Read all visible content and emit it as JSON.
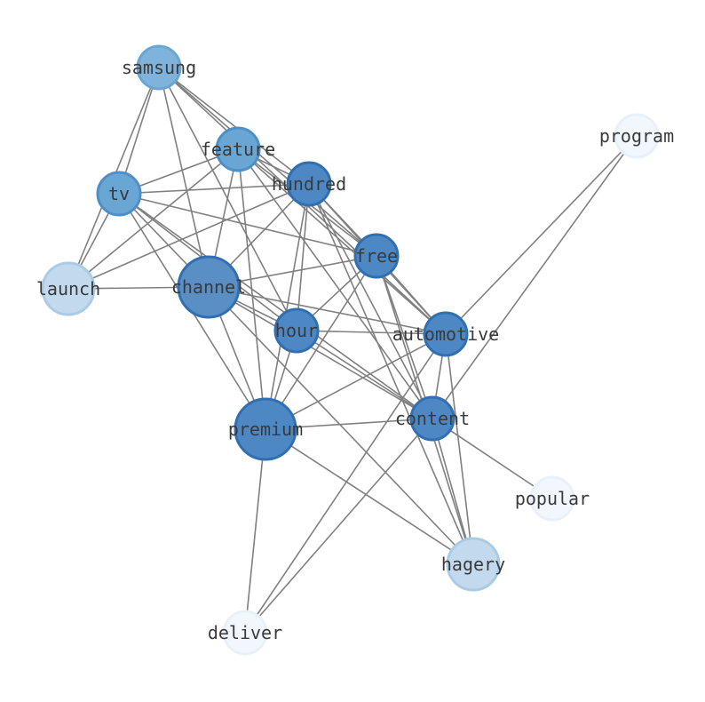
{
  "nodes": [
    {
      "id": "samsung",
      "label": "samsung",
      "color": "#7fb3dc"
    },
    {
      "id": "feature",
      "label": "feature",
      "color": "#6aa6d4"
    },
    {
      "id": "tv",
      "label": "tv",
      "color": "#6aa6d4"
    },
    {
      "id": "hundred",
      "label": "hundred",
      "color": "#4d88c4"
    },
    {
      "id": "program",
      "label": "program",
      "color": "#f1f7fd"
    },
    {
      "id": "free",
      "label": "free",
      "color": "#4d88c4"
    },
    {
      "id": "launch",
      "label": "launch",
      "color": "#c3daee"
    },
    {
      "id": "channel",
      "label": "channel",
      "color": "#5a8fc6"
    },
    {
      "id": "hour",
      "label": "hour",
      "color": "#4d88c4"
    },
    {
      "id": "automotive",
      "label": "automotive",
      "color": "#4d88c4"
    },
    {
      "id": "content",
      "label": "content",
      "color": "#4d88c4"
    },
    {
      "id": "premium",
      "label": "premium",
      "color": "#4d88c4"
    },
    {
      "id": "popular",
      "label": "popular",
      "color": "#f1f7fd"
    },
    {
      "id": "hagery",
      "label": "hagery",
      "color": "#c3daee"
    },
    {
      "id": "deliver",
      "label": "deliver",
      "color": "#f1f7fd"
    }
  ],
  "edges": [
    [
      "samsung",
      "tv"
    ],
    [
      "samsung",
      "launch"
    ],
    [
      "samsung",
      "channel"
    ],
    [
      "samsung",
      "hour"
    ],
    [
      "samsung",
      "hundred"
    ],
    [
      "samsung",
      "free"
    ],
    [
      "samsung",
      "automotive"
    ],
    [
      "feature",
      "tv"
    ],
    [
      "feature",
      "launch"
    ],
    [
      "feature",
      "channel"
    ],
    [
      "feature",
      "premium"
    ],
    [
      "feature",
      "hundred"
    ],
    [
      "feature",
      "free"
    ],
    [
      "feature",
      "automotive"
    ],
    [
      "feature",
      "content"
    ],
    [
      "tv",
      "launch"
    ],
    [
      "tv",
      "hundred"
    ],
    [
      "tv",
      "free"
    ],
    [
      "tv",
      "channel"
    ],
    [
      "tv",
      "hour"
    ],
    [
      "tv",
      "premium"
    ],
    [
      "tv",
      "content"
    ],
    [
      "hundred",
      "launch"
    ],
    [
      "hundred",
      "channel"
    ],
    [
      "hundred",
      "hour"
    ],
    [
      "hundred",
      "premium"
    ],
    [
      "hundred",
      "free"
    ],
    [
      "hundred",
      "automotive"
    ],
    [
      "hundred",
      "content"
    ],
    [
      "hundred",
      "hagery"
    ],
    [
      "program",
      "automotive"
    ],
    [
      "program",
      "content"
    ],
    [
      "free",
      "channel"
    ],
    [
      "free",
      "hour"
    ],
    [
      "free",
      "premium"
    ],
    [
      "free",
      "automotive"
    ],
    [
      "free",
      "content"
    ],
    [
      "free",
      "hagery"
    ],
    [
      "launch",
      "channel"
    ],
    [
      "channel",
      "hour"
    ],
    [
      "channel",
      "automotive"
    ],
    [
      "channel",
      "content"
    ],
    [
      "channel",
      "premium"
    ],
    [
      "channel",
      "hagery"
    ],
    [
      "hour",
      "automotive"
    ],
    [
      "hour",
      "content"
    ],
    [
      "hour",
      "premium"
    ],
    [
      "automotive",
      "content"
    ],
    [
      "automotive",
      "premium"
    ],
    [
      "automotive",
      "hagery"
    ],
    [
      "automotive",
      "deliver"
    ],
    [
      "content",
      "premium"
    ],
    [
      "content",
      "popular"
    ],
    [
      "content",
      "deliver"
    ],
    [
      "content",
      "hagery"
    ],
    [
      "premium",
      "hagery"
    ],
    [
      "premium",
      "deliver"
    ]
  ]
}
